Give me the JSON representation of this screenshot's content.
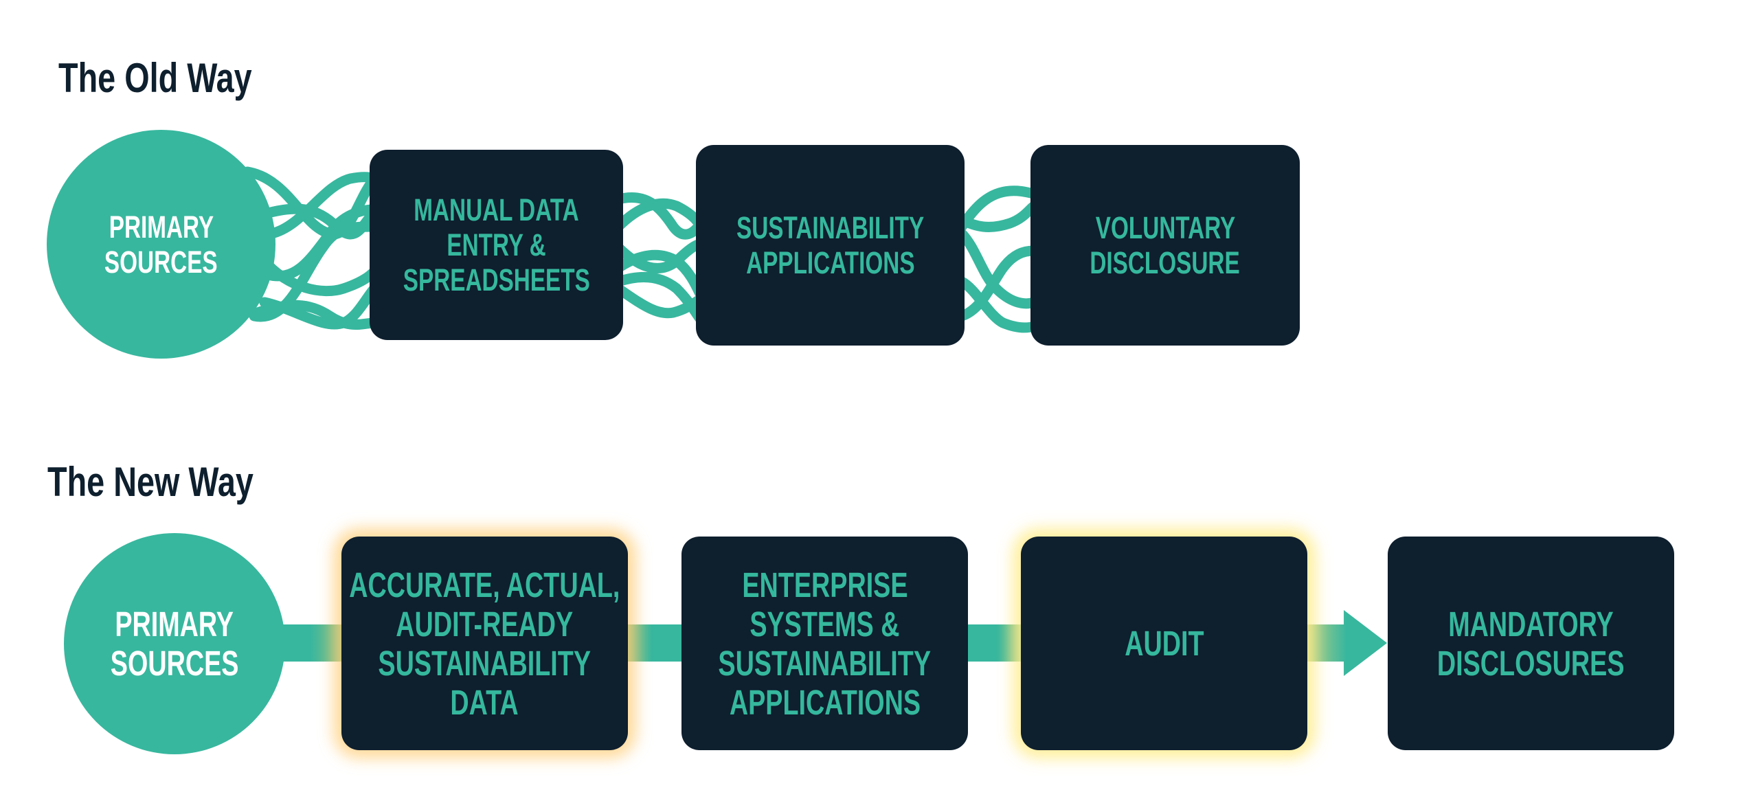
{
  "colors": {
    "accent_teal": "#37b79e",
    "box_fill": "#0e1f2e",
    "heading_text": "#0e1f2e",
    "circle_text": "#ffffff",
    "box_text": "#35b89d",
    "glow_orange": "#ffd08a",
    "glow_yellow": "#fff0a0"
  },
  "old_way": {
    "title": "The Old Way",
    "connector_style": "tangled-curves",
    "source": {
      "lines": [
        "PRIMARY",
        "SOURCES"
      ]
    },
    "steps": [
      {
        "lines": [
          "MANUAL DATA",
          "ENTRY &",
          "SPREADSHEETS"
        ]
      },
      {
        "lines": [
          "SUSTAINABILITY",
          "APPLICATIONS"
        ]
      },
      {
        "lines": [
          "VOLUNTARY",
          "DISCLOSURE"
        ]
      }
    ]
  },
  "new_way": {
    "title": "The New Way",
    "connector_style": "straight-bar",
    "source": {
      "lines": [
        "PRIMARY",
        "SOURCES"
      ]
    },
    "steps": [
      {
        "lines": [
          "ACCURATE, ACTUAL,",
          "AUDIT-READY",
          "SUSTAINABILITY",
          "DATA"
        ],
        "highlight": "orange-glow"
      },
      {
        "lines": [
          "ENTERPRISE",
          "SYSTEMS &",
          "SUSTAINABILITY",
          "APPLICATIONS"
        ]
      },
      {
        "lines": [
          "AUDIT"
        ],
        "highlight": "yellow-glow"
      },
      {
        "lines": [
          "MANDATORY",
          "DISCLOSURES"
        ]
      }
    ],
    "final_arrow": "arrow-right"
  }
}
